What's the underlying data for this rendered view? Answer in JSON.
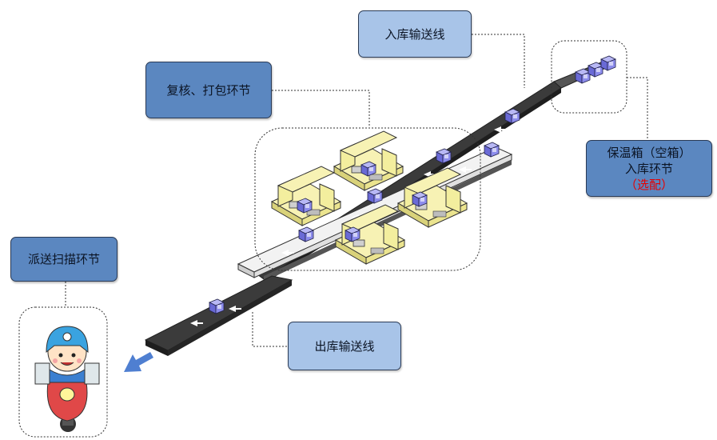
{
  "labels": {
    "inbound_line": "入库输送线",
    "recheck_pack": "复核、打包环节",
    "cooler_inbound_line1": "保温箱（空箱）",
    "cooler_inbound_line2": "入库环节",
    "cooler_inbound_optional": "（选配）",
    "dispatch_scan": "派送扫描环节",
    "outbound_line": "出库输送线"
  },
  "colors": {
    "label_dark": "#5b87c0",
    "label_light": "#a8c4e8",
    "conveyor": "#3b3b3b",
    "station": "#f3ee9e",
    "box": "#7f7fe6",
    "arrow": "#4f7fd1",
    "optional_text": "#e60000"
  },
  "icons": [
    "conveyor-arrow-icon",
    "delivery-rider-icon",
    "exit-arrow-icon"
  ]
}
